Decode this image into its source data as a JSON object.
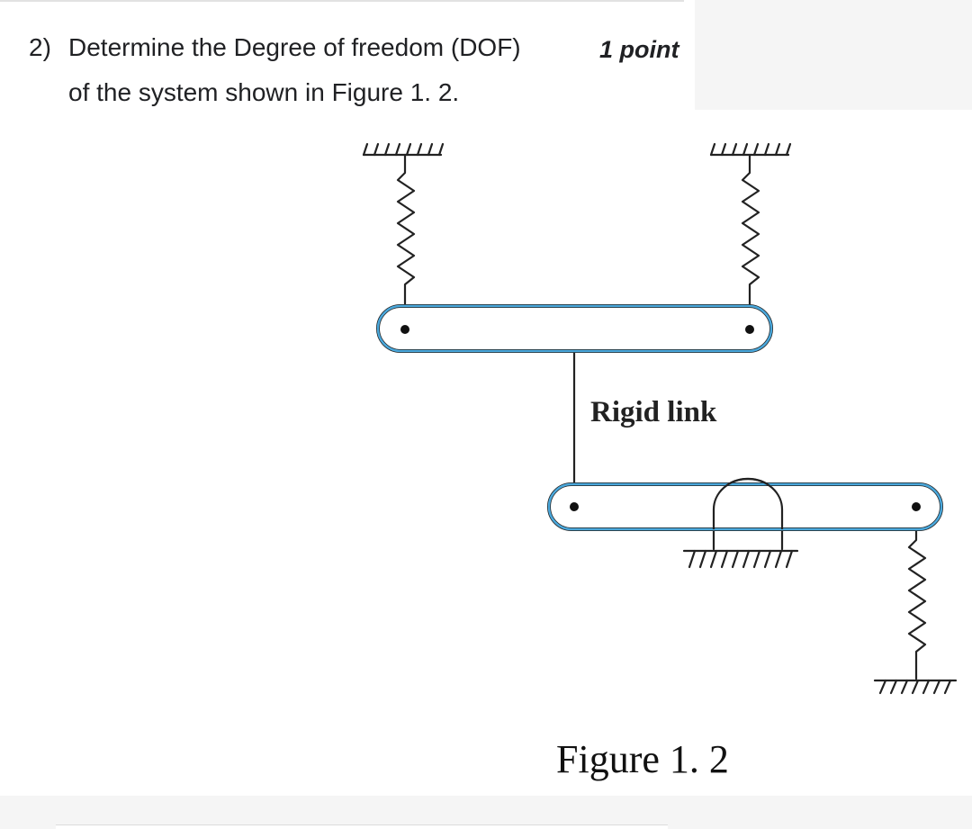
{
  "question": {
    "number": "2)",
    "line1": "Determine the Degree of freedom (DOF)",
    "line2": "of the system shown in Figure 1. 2.",
    "points": "1 point"
  },
  "figure": {
    "link_label": "Rigid link",
    "caption": "Figure 1. 2"
  },
  "colors": {
    "bar_outline": "#4aa8dc",
    "ink": "#222222"
  }
}
